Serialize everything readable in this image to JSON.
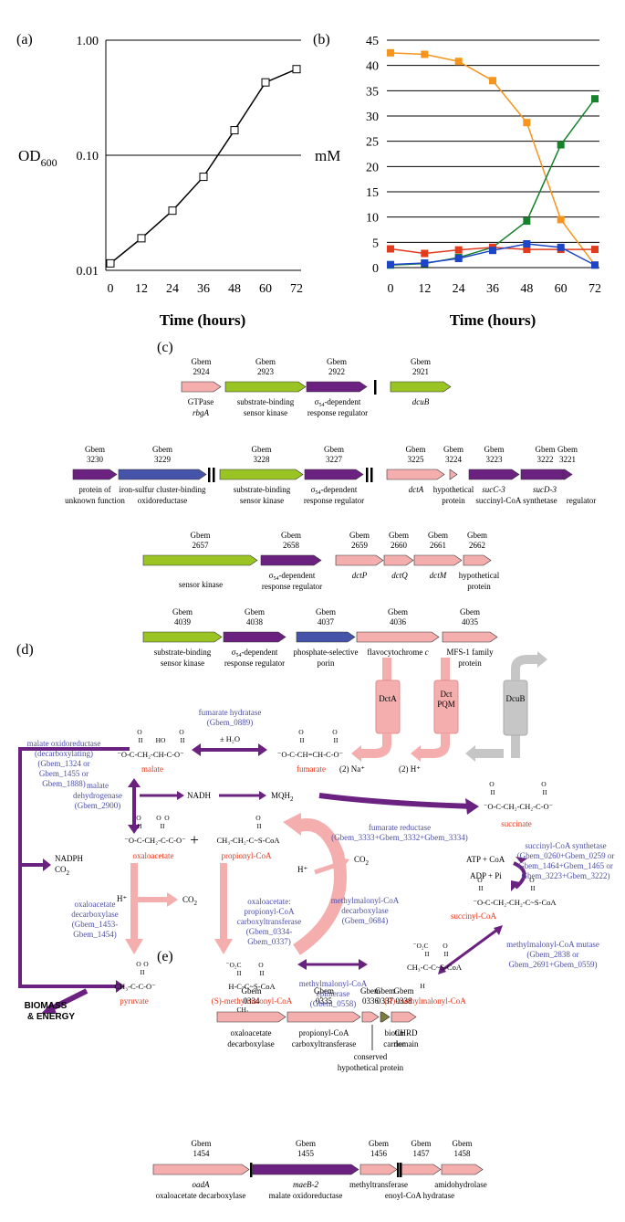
{
  "panels": {
    "a": "(a)",
    "b": "(b)",
    "c": "(c)",
    "d": "(d)",
    "e": "(e)"
  },
  "chart_data": [
    {
      "type": "line",
      "panel": "a",
      "xlabel": "Time (hours)",
      "ylabel": "OD",
      "ylabel_sub": "600",
      "yscale": "log",
      "ylim": [
        0.01,
        1.0
      ],
      "xlim": [
        0,
        72
      ],
      "xticks": [
        "0",
        "12",
        "24",
        "36",
        "48",
        "60",
        "72"
      ],
      "yticks": [
        "0.01",
        "0.10",
        "1.00"
      ],
      "grid": "horizontal",
      "series": [
        {
          "x": [
            0,
            12,
            24,
            36,
            48,
            60,
            72
          ],
          "y": [
            0.0115,
            0.019,
            0.033,
            0.065,
            0.165,
            0.43,
            0.56
          ],
          "color": "#000000",
          "marker": "open-square"
        }
      ]
    },
    {
      "type": "line",
      "panel": "b",
      "xlabel": "Time (hours)",
      "ylabel": "mM",
      "ylim": [
        0,
        45
      ],
      "xlim": [
        0,
        72
      ],
      "xticks": [
        "0",
        "12",
        "24",
        "36",
        "48",
        "60",
        "72"
      ],
      "yticks": [
        "0",
        "5",
        "10",
        "15",
        "20",
        "25",
        "30",
        "35",
        "40",
        "45"
      ],
      "grid": "horizontal",
      "series": [
        {
          "x": [
            0,
            12,
            24,
            36,
            48,
            60,
            72
          ],
          "y": [
            42.5,
            42.2,
            40.8,
            37.0,
            28.7,
            9.5,
            0.5
          ],
          "color": "#f7941d"
        },
        {
          "x": [
            0,
            12,
            24,
            36,
            48,
            60,
            72
          ],
          "y": [
            0.5,
            0.8,
            2.0,
            4.0,
            9.2,
            24.3,
            33.4
          ],
          "color": "#17822c"
        },
        {
          "x": [
            0,
            12,
            24,
            36,
            48,
            60,
            72
          ],
          "y": [
            3.7,
            2.8,
            3.5,
            4.0,
            3.6,
            3.6,
            3.6
          ],
          "color": "#e23b1d"
        },
        {
          "x": [
            0,
            12,
            24,
            36,
            48,
            60,
            72
          ],
          "y": [
            0.6,
            0.9,
            1.8,
            3.4,
            4.7,
            4.0,
            0.5
          ],
          "color": "#1e45c8"
        }
      ]
    }
  ],
  "colors": {
    "pink": "#f4aeae",
    "green": "#9ac424",
    "purple": "#6b2180",
    "blue": "#4553a8",
    "orange_red": "#e8361a",
    "path_blue": "#4d4fa6",
    "gray": "#c6c6c6"
  },
  "panel_c": {
    "rows": [
      [
        {
          "id": "Gbem",
          "num": "2924",
          "label": "GTPase",
          "gene": "rbgA"
        },
        {
          "id": "Gbem",
          "num": "2923",
          "label": "substrate-binding sensor kinase"
        },
        {
          "id": "Gbem",
          "num": "2922",
          "label_pre": "σ",
          "label_sub": "54",
          "label": "-dependent response regulator"
        },
        {
          "id": "Gbem",
          "num": "2921",
          "gene": "dcuB"
        }
      ],
      [
        {
          "id": "Gbem",
          "num": "3230",
          "label": "protein of unknown function"
        },
        {
          "id": "Gbem",
          "num": "3229",
          "label": "iron-sulfur cluster-binding oxidoreductase"
        },
        {
          "id": "Gbem",
          "num": "3228",
          "label": "substrate-binding sensor kinase"
        },
        {
          "id": "Gbem",
          "num": "3227",
          "label_pre": "σ",
          "label_sub": "54",
          "label": "-dependent response regulator"
        },
        {
          "id": "Gbem",
          "num": "3225",
          "gene": "dctA"
        },
        {
          "id": "Gbem",
          "num": "3224",
          "label": "hypothetical protein"
        },
        {
          "id": "Gbem",
          "num": "3223",
          "gene": "sucC-3"
        },
        {
          "id": "Gbem",
          "num": "3222",
          "gene": "sucD-3"
        },
        {
          "id": "Gbem",
          "num": "3221",
          "label": "regulator"
        },
        {
          "label": "succinyl-CoA synthetase"
        }
      ],
      [
        {
          "id": "Gbem",
          "num": "2657",
          "label": "sensor kinase"
        },
        {
          "id": "Gbem",
          "num": "2658",
          "label_pre": "σ",
          "label_sub": "54",
          "label": "-dependent response regulator"
        },
        {
          "id": "Gbem",
          "num": "2659",
          "gene": "dctP"
        },
        {
          "id": "Gbem",
          "num": "2660",
          "gene": "dctQ"
        },
        {
          "id": "Gbem",
          "num": "2661",
          "gene": "dctM"
        },
        {
          "id": "Gbem",
          "num": "2662",
          "label": "hypothetical protein"
        }
      ],
      [
        {
          "id": "Gbem",
          "num": "4039",
          "label": "substrate-binding sensor kinase"
        },
        {
          "id": "Gbem",
          "num": "4038",
          "label_pre": "σ",
          "label_sub": "54",
          "label": "-dependent response regulator"
        },
        {
          "id": "Gbem",
          "num": "4037",
          "label": "phosphate-selective porin"
        },
        {
          "id": "Gbem",
          "num": "4036",
          "label": "flavocytochrome c"
        },
        {
          "id": "Gbem",
          "num": "4035",
          "label": "MFS-1 family protein"
        }
      ]
    ]
  },
  "panel_d": {
    "transporters": [
      "DctA",
      "Dct",
      "PQM",
      "DcuB"
    ],
    "ions": [
      "(2) Na⁺",
      "(2) H⁺"
    ],
    "compounds": {
      "malate": "malate",
      "fumarate": "fumarate",
      "succinate": "succinate",
      "oxaloacetate": "oxaloacetate",
      "propionyl_coa": "propionyl-CoA",
      "succinyl_coa": "succinyl-CoA",
      "pyruvate": "pyruvate",
      "s_methylmalonyl": "(S)-methylmalonyl-CoA",
      "r_methylmalonyl": "(R)-methylmalonyl-CoA"
    },
    "enzymes": {
      "fumarate_hydratase": [
        "fumarate hydratase",
        "(Gbem_0889)"
      ],
      "malate_oxidoreductase": [
        "malate oxidoreductase",
        "(decarboxylating)",
        "(Gbem_1324 or",
        "Gbem_1455 or",
        "Gbem_1888)"
      ],
      "malate_dehydrogenase": [
        "malate",
        "dehydrogenase",
        "(Gbem_2900)"
      ],
      "fumarate_reductase": [
        "fumarate reductase",
        "(Gbem_3333+Gbem_3332+Gbem_3334)"
      ],
      "succinyl_coa_synthetase": [
        "succinyl-CoA synthetase",
        "(Gbem_0260+Gbem_0259 or",
        "Gbem_1464+Gbem_1465 or",
        "Gbem_3223+Gbem_3222)"
      ],
      "oaa_decarboxylase": [
        "oxaloacetate",
        "decarboxylase",
        "(Gbem_1453-",
        "Gbem_1454)"
      ],
      "transferase": [
        "oxaloacetate:",
        "propionyl-CoA",
        "carboxyltransferase",
        "(Gbem_0334-",
        "Gbem_0337)"
      ],
      "mm_decarboxylase": [
        "methylmalonyl-CoA",
        "decarboxylase",
        "(Gbem_0684)"
      ],
      "mm_mutase": [
        "methylmalonyl-CoA mutase",
        "(Gbem_2838 or",
        "Gbem_2691+Gbem_0559)"
      ],
      "mm_epimerase": [
        "methylmalonyl-CoA",
        "epimerase",
        "(Gbem_0558)"
      ]
    },
    "cofactors": {
      "h2o": "± H₂O",
      "nadh": "NADH",
      "mqh2_base": "MQH",
      "mqh2_sub": "2",
      "nadph": "NADPH",
      "co2": "CO",
      "co2_sub": "2",
      "atp": "ATP + CoA",
      "adp": "ADP + Pi",
      "hplus": "H⁺",
      "biomass": [
        "BIOMASS",
        "& ENERGY"
      ]
    },
    "formulas": {
      "malate": "⁻O-C-CH₂-CH-C-O⁻",
      "fumarate": "⁻O-C-CH=CH-C-O⁻",
      "succinate": "⁻O-C-CH₂-CH₂-C-O⁻",
      "oxaloacetate": "⁻O-C-CH₂-C-C-O⁻",
      "propionyl": "CH₃-CH₂-C~S-CoA",
      "succinyl": "⁻O-C-CH₂-CH₂-C~S-CoA",
      "pyruvate": "CH₃-C-C-O⁻",
      "s_mm": "H-C-C~S-CoA",
      "r_mm": "CH₃-C-C~S-CoA",
      "plus": "+",
      "o": "O",
      "dbl": "II",
      "ho": "HO",
      "co2m": "⁻O₂C",
      "ch3": "CH₃",
      "h": "H"
    }
  },
  "panel_e": {
    "rows": [
      [
        {
          "id": "Gbem",
          "num": "0334",
          "label": "oxaloacetate decarboxylase"
        },
        {
          "id": "Gbem",
          "num": "0335",
          "label": "propionyl-CoA carboxyltransferase"
        },
        {
          "id": "Gbem",
          "num": "0336",
          "label": "conserved hypothetical protein"
        },
        {
          "id": "Gbem",
          "num": "0337",
          "label": "biotin carrier"
        },
        {
          "id": "Gbem",
          "num": "0338",
          "label": "CHRD domain"
        }
      ],
      [
        {
          "id": "Gbem",
          "num": "1454",
          "gene": "oadA",
          "label": "oxaloacetate decarboxylase"
        },
        {
          "id": "Gbem",
          "num": "1455",
          "gene": "maeB-2",
          "label": "malate oxidoreductase"
        },
        {
          "id": "Gbem",
          "num": "1456",
          "label": "methyltransferase"
        },
        {
          "id": "Gbem",
          "num": "1457",
          "label": "enoyl-CoA hydratase"
        },
        {
          "id": "Gbem",
          "num": "1458",
          "label": "amidohydrolase"
        }
      ]
    ]
  }
}
